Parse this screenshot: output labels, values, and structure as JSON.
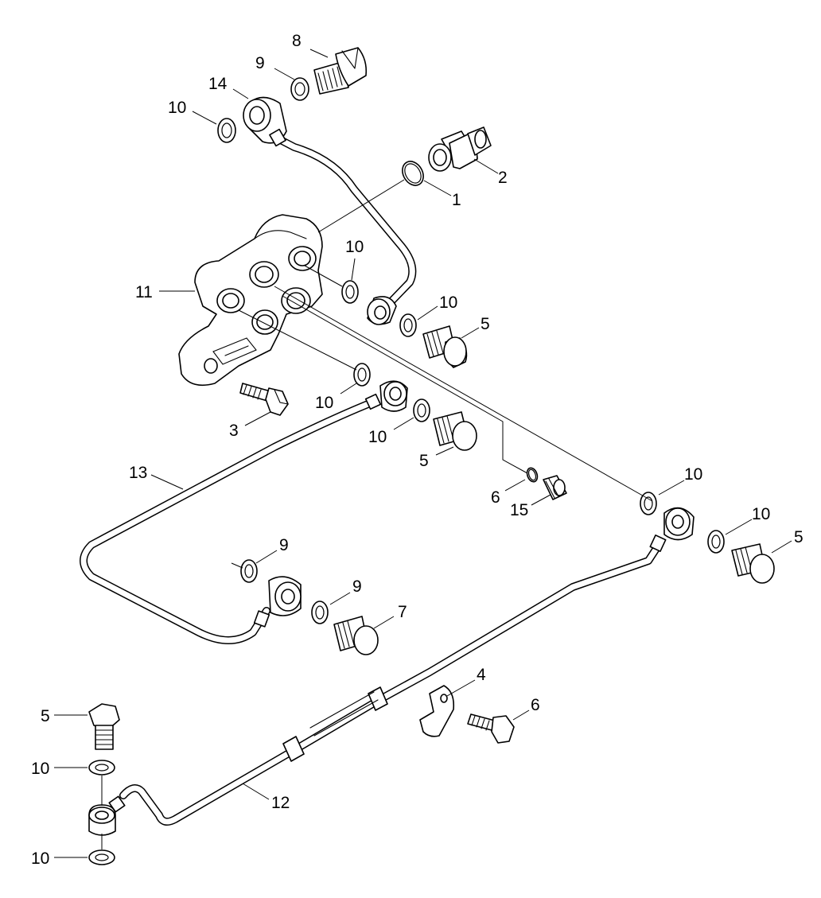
{
  "diagram": {
    "callouts": {
      "c1": "1",
      "c2": "2",
      "c3": "3",
      "c4": "4",
      "c5a": "5",
      "c5b": "5",
      "c5c": "5",
      "c5d": "5",
      "c6a": "6",
      "c6b": "6",
      "c7": "7",
      "c8": "8",
      "c9a": "9",
      "c9b": "9",
      "c9c": "9",
      "c10a": "10",
      "c10b": "10",
      "c10c": "10",
      "c10d": "10",
      "c10e": "10",
      "c10f": "10",
      "c10g": "10",
      "c10h": "10",
      "c10i": "10",
      "c11": "11",
      "c12": "12",
      "c13": "13",
      "c14": "14",
      "c15": "15"
    }
  }
}
